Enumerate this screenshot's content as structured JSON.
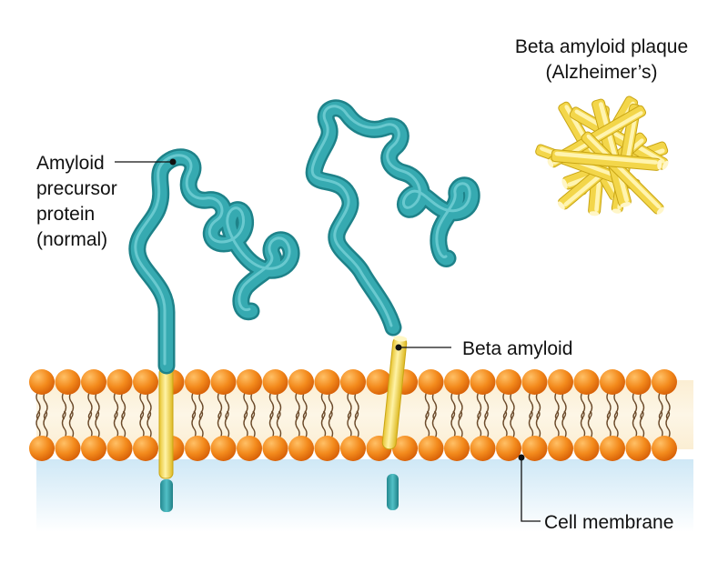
{
  "labels": {
    "app_line1": "Amyloid",
    "app_line2": "precursor",
    "app_line3": "protein",
    "app_line4": "(normal)",
    "beta_amyloid": "Beta amyloid",
    "cell_membrane": "Cell membrane",
    "plaque_line1": "Beta amyloid plaque",
    "plaque_line2": "(Alzheimer’s)"
  },
  "colors": {
    "protein": "#2e9ea6",
    "amyloid": "#f5dc4e",
    "lipid_head": "#f07d15",
    "cytoplasm": "#d8eef8"
  }
}
